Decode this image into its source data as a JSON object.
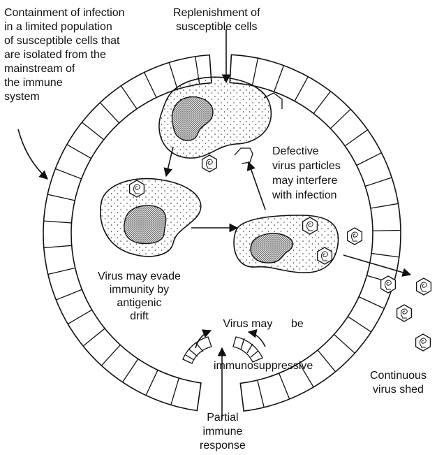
{
  "labels": {
    "containment": [
      "Containment of infection",
      "in a limited population",
      "of susceptible cells that",
      "are isolated from the",
      "mainstream of",
      "the immune",
      "system"
    ],
    "replenishment": [
      "Replenishment of",
      "susceptible cells"
    ],
    "defective": [
      "Defective",
      "virus particles",
      "may interfere",
      "with infection"
    ],
    "evade": [
      "Virus may evade",
      "immunity by",
      "antigenic",
      "drift"
    ],
    "immunosuppressive": [
      "Virus may      be",
      "immunosuppressive"
    ],
    "partial_response": [
      "Partial",
      "immune",
      "response"
    ],
    "shed": [
      "Continuous",
      "virus shed"
    ]
  }
}
